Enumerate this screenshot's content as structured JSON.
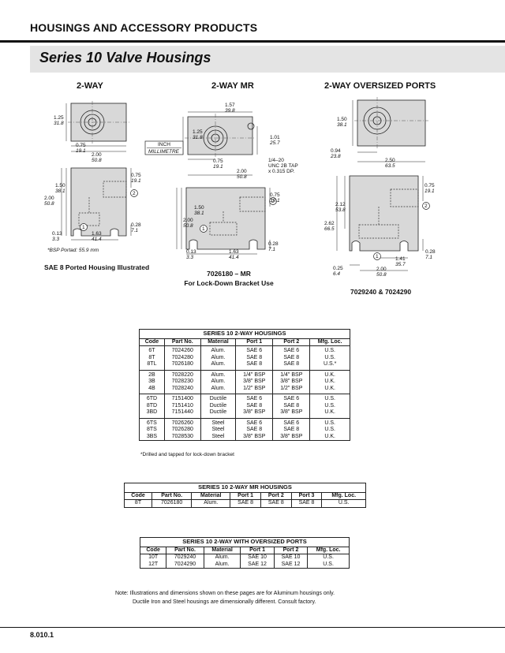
{
  "header": {
    "title": "HOUSINGS AND ACCESSORY PRODUCTS",
    "series_title": "Series 10 Valve Housings"
  },
  "diagrams": {
    "two_way": {
      "heading": "2-WAY",
      "top_dims": {
        "height_in": "1.25",
        "height_mm": "31.8",
        "center_in": "0.75",
        "center_mm": "19.1",
        "width_in": "2.00",
        "width_mm": "50.8"
      },
      "side_dims": {
        "port_in": "0.75",
        "port_mm": "19.1",
        "height_in": "1.50",
        "height_mm": "38.1",
        "total_in": "2.00",
        "total_mm": "50.8",
        "base_in": "0.28",
        "base_mm": "7.1",
        "left_in": "0.13",
        "left_mm": "3.3",
        "spacing_in": "1.63",
        "spacing_mm": "41.4",
        "port1": "1",
        "port2": "2"
      },
      "bsp_note": "*BSP Portad: 55.9 mm",
      "caption": "SAE 8 Ported Housing Illustrated"
    },
    "legend": {
      "inch": "INCH",
      "millimetre": "MILLIMETRE"
    },
    "two_way_mr": {
      "heading": "2-WAY  MR",
      "top_dims": {
        "width_in": "1.57",
        "width_mm": "39.8",
        "height_in": "1.25",
        "height_mm": "31.8",
        "tap_in": "1.01",
        "tap_mm": "25.7",
        "center_in": "0.75",
        "center_mm": "19.1",
        "base_in": "2.00",
        "base_mm": "50.8",
        "tap_note_1": "1/4–20",
        "tap_note_2": "UNC 2B TAP",
        "tap_note_3": "x 0.315 DP."
      },
      "side_dims": {
        "port_in": "0.75",
        "port_mm": "19.1",
        "height_in": "1.50",
        "height_mm": "38.1",
        "total_in": "2.00",
        "total_mm": "50.8",
        "base_in": "0.28",
        "base_mm": "7.1",
        "left_in": "0.13",
        "left_mm": "3.3",
        "spacing_in": "1.63",
        "spacing_mm": "41.4",
        "port1": "1",
        "port2": "2"
      },
      "caption_1": "7026180 – MR",
      "caption_2": "For Lock-Down Bracket Use"
    },
    "two_way_oversized": {
      "heading": "2-WAY  OVERSIZED PORTS",
      "top_dims": {
        "height_in": "1.50",
        "height_mm": "38.1",
        "center_in": "0.94",
        "center_mm": "23.8",
        "width_in": "2.50",
        "width_mm": "63.5"
      },
      "side_dims": {
        "port_in": "0.75",
        "port_mm": "19.1",
        "height_in": "2.12",
        "height_mm": "53.8",
        "total_in": "2.62",
        "total_mm": "66.5",
        "base_in": "0.28",
        "base_mm": "7.1",
        "left_in": "0.25",
        "left_mm": "6.4",
        "spacing_in": "1.41",
        "spacing_mm": "35.7",
        "bottom_in": "2.00",
        "bottom_mm": "50.8",
        "port1": "1",
        "port2": "2"
      },
      "caption": "7029240 & 7024290"
    }
  },
  "tables": {
    "two_way": {
      "title": "SERIES 10   2-WAY HOUSINGS",
      "headers": [
        "Code",
        "Part No.",
        "Material",
        "Port 1",
        "Port 2",
        "Mfg. Loc."
      ],
      "groups": [
        [
          [
            "6T",
            "7024260",
            "Alum.",
            "SAE 6",
            "SAE 6",
            "U.S."
          ],
          [
            "8T",
            "7024280",
            "Alum.",
            "SAE 8",
            "SAE 8",
            "U.S."
          ],
          [
            "8TL",
            "7026180",
            "Alum.",
            "SAE 8",
            "SAE 8",
            "U.S.*"
          ]
        ],
        [
          [
            "2B",
            "7028220",
            "Alum.",
            "1/4\" BSP",
            "1/4\" BSP",
            "U.K."
          ],
          [
            "3B",
            "7028230",
            "Alum.",
            "3/8\" BSP",
            "3/8\" BSP",
            "U.K."
          ],
          [
            "4B",
            "7028240",
            "Alum.",
            "1/2\" BSP",
            "1/2\" BSP",
            "U.K."
          ]
        ],
        [
          [
            "6TD",
            "7151400",
            "Ductile",
            "SAE 6",
            "SAE 6",
            "U.S."
          ],
          [
            "8TD",
            "7151410",
            "Ductile",
            "SAE 8",
            "SAE 8",
            "U.S."
          ],
          [
            "3BD",
            "7151440",
            "Ductile",
            "3/8\" BSP",
            "3/8\" BSP",
            "U.K."
          ]
        ],
        [
          [
            "6TS",
            "7026260",
            "Steel",
            "SAE 6",
            "SAE 6",
            "U.S."
          ],
          [
            "8TS",
            "7026280",
            "Steel",
            "SAE 8",
            "SAE 8",
            "U.S."
          ],
          [
            "3BS",
            "7028530",
            "Steel",
            "3/8\" BSP",
            "3/8\" BSP",
            "U.K."
          ]
        ]
      ],
      "footnote": "*Drilled and tapped for lock-down bracket"
    },
    "two_way_mr": {
      "title": "SERIES 10   2-WAY MR HOUSINGS",
      "headers": [
        "Code",
        "Part No.",
        "Material",
        "Port 1",
        "Port 2",
        "Port 3",
        "Mfg. Loc."
      ],
      "rows": [
        [
          "8T",
          "7026180",
          "Alum.",
          "SAE 8",
          "SAE 8",
          "SAE 8",
          "U.S."
        ]
      ]
    },
    "oversized": {
      "title": "SERIES 10   2-WAY WITH OVERSIZED PORTS",
      "headers": [
        "Code",
        "Part No.",
        "Material",
        "Port 1",
        "Port 2",
        "Mfg. Loc."
      ],
      "rows": [
        [
          "10T",
          "7029240",
          "Alum.",
          "SAE 10",
          "SAE 10",
          "U.S."
        ],
        [
          "12T",
          "7024290",
          "Alum.",
          "SAE 12",
          "SAE 12",
          "U.S."
        ]
      ]
    }
  },
  "notes": {
    "line1": "Note: Illustrations and dimensions shown on these pages are for Aluminum housings only.",
    "line2": "Ductile Iron and Steel housings are dimensionally different. Consult factory."
  },
  "footer": {
    "page_number": "8.010.1"
  }
}
